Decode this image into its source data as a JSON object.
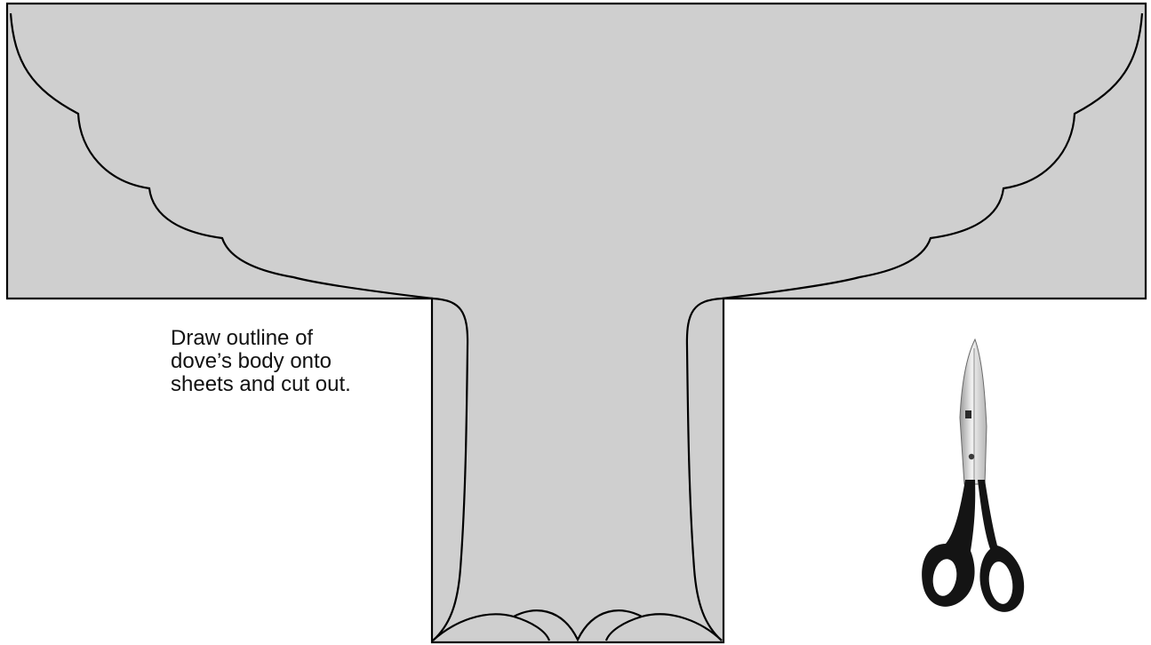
{
  "instruction": {
    "lines": [
      "Draw outline of",
      "dove’s body onto",
      "sheets and cut out."
    ]
  },
  "colors": {
    "sheet_fill": "#cfcfcf",
    "outline": "#000000",
    "background": "#ffffff",
    "scissor_handle": "#141414",
    "scissor_blade": "#c8c8c8"
  },
  "icons": {
    "tool": "scissors-icon"
  }
}
